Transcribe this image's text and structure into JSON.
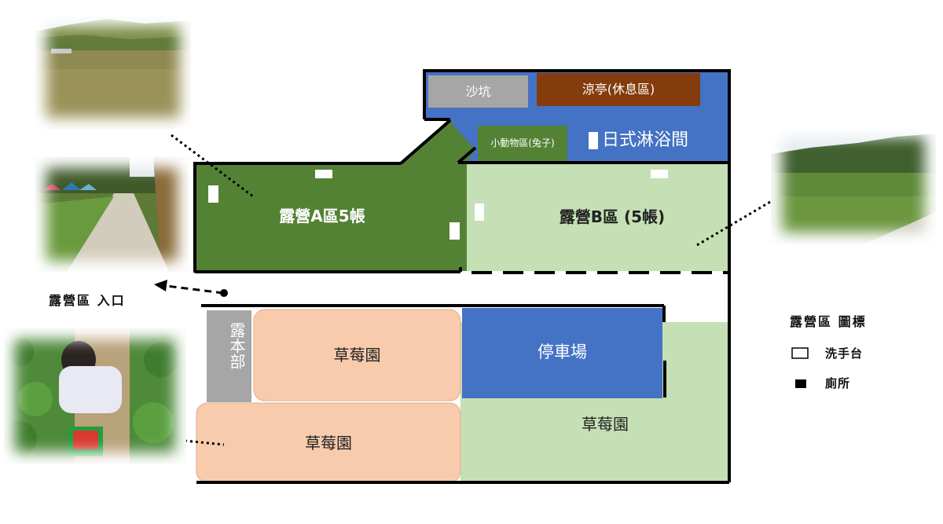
{
  "map": {
    "areas": {
      "sandpit": "沙坑",
      "pavilion": "涼亭(休息區)",
      "small_animals": "小動物區(兔子)",
      "bathhouse": "日式淋浴間",
      "camp_a": "露營A區5帳",
      "camp_b": "露營B區 (5帳)",
      "headquarters": "露本部",
      "strawberry_1": "草莓園",
      "strawberry_2": "草莓園",
      "strawberry_3": "草莓園",
      "parking": "停車場"
    },
    "entrance_label": "露營區 入口"
  },
  "legend": {
    "title": "露營區 圖標",
    "items": [
      {
        "icon": "wash-basin-icon",
        "label": "洗手台"
      },
      {
        "icon": "toilet-icon",
        "label": "廁所"
      }
    ]
  },
  "colors": {
    "blue": "#4472c4",
    "dark_green": "#548235",
    "light_green": "#c5e0b4",
    "gray": "#a6a6a6",
    "brown": "#843c0c",
    "peach": "#f8cbad"
  }
}
